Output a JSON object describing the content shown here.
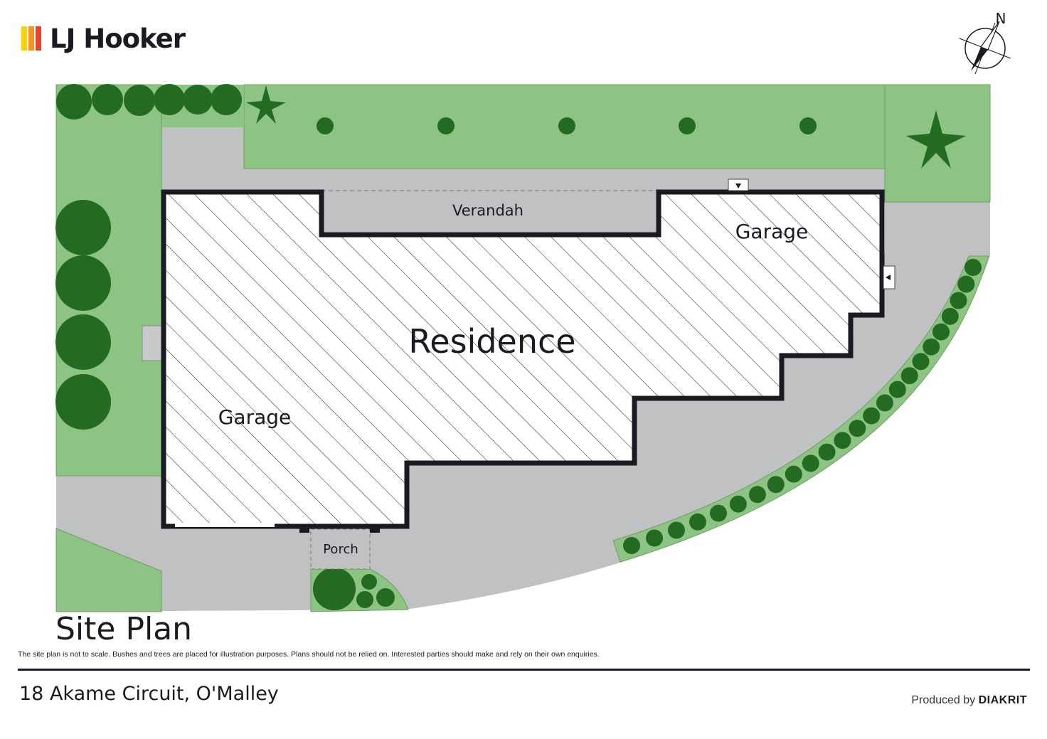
{
  "brand": {
    "name": "LJ Hooker",
    "mark_colors": [
      "#ffd100",
      "#f7941d",
      "#e8412c"
    ]
  },
  "compass": {
    "north_label": "N"
  },
  "plan": {
    "labels": {
      "verandah": "Verandah",
      "garage_right": "Garage",
      "residence": "Residence",
      "garage_left": "Garage",
      "porch": "Porch"
    },
    "colors": {
      "lawn": "#8dc383",
      "paving": "#c0c1c3",
      "tree": "#236b23",
      "wall": "#1a1a22",
      "hatch": "#1a1a22"
    }
  },
  "title": "Site Plan",
  "disclaimer": "The site plan is not to scale. Bushes and trees are placed for illustration purposes. Plans should not be relied on. Interested parties should make and rely on their own enquiries.",
  "address": "18 Akame Circuit, O'Malley",
  "producer": {
    "prefix": "Produced by",
    "name": "DIAKRIT"
  }
}
